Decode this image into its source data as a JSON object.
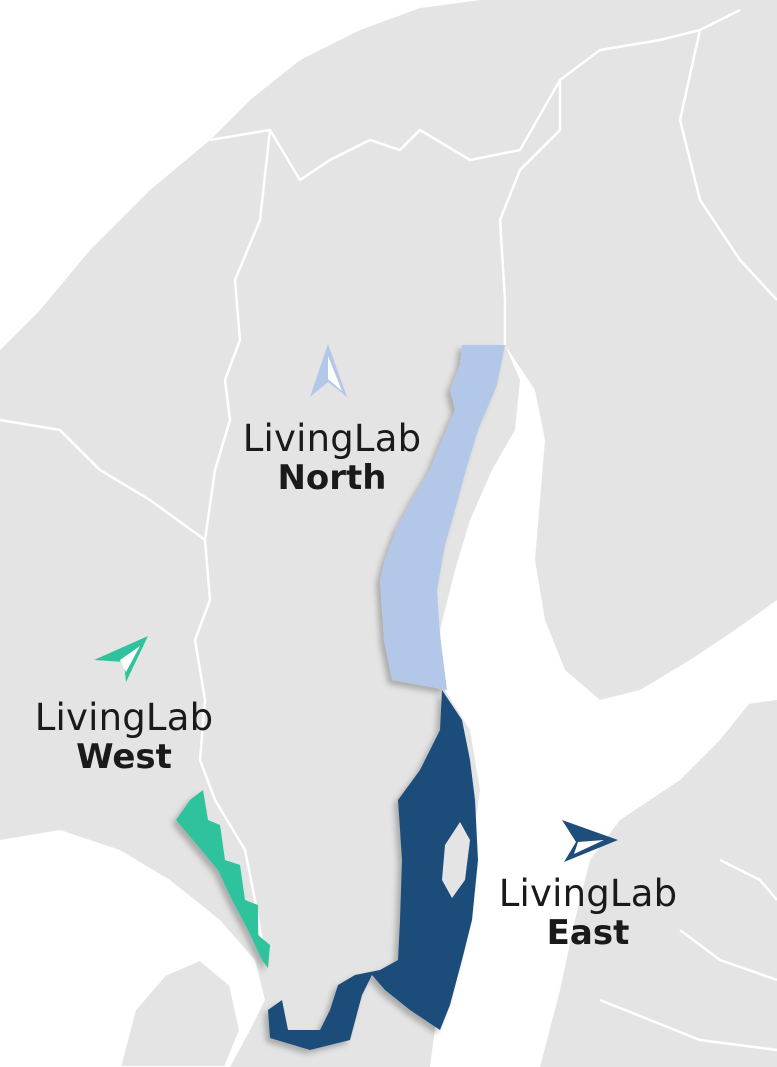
{
  "labs": [
    {
      "id": "north",
      "name": "LivingLab",
      "region": "North",
      "color": "#b3c7e8",
      "icon": "navigation-arrow-icon"
    },
    {
      "id": "west",
      "name": "LivingLab",
      "region": "West",
      "color": "#2ec39c",
      "icon": "navigation-arrow-icon"
    },
    {
      "id": "east",
      "name": "LivingLab",
      "region": "East",
      "color": "#1f4e7a",
      "icon": "navigation-arrow-icon"
    }
  ],
  "map_colors": {
    "land": "#e4e4e4",
    "borders": "#ffffff",
    "sea": "#ffffff"
  }
}
